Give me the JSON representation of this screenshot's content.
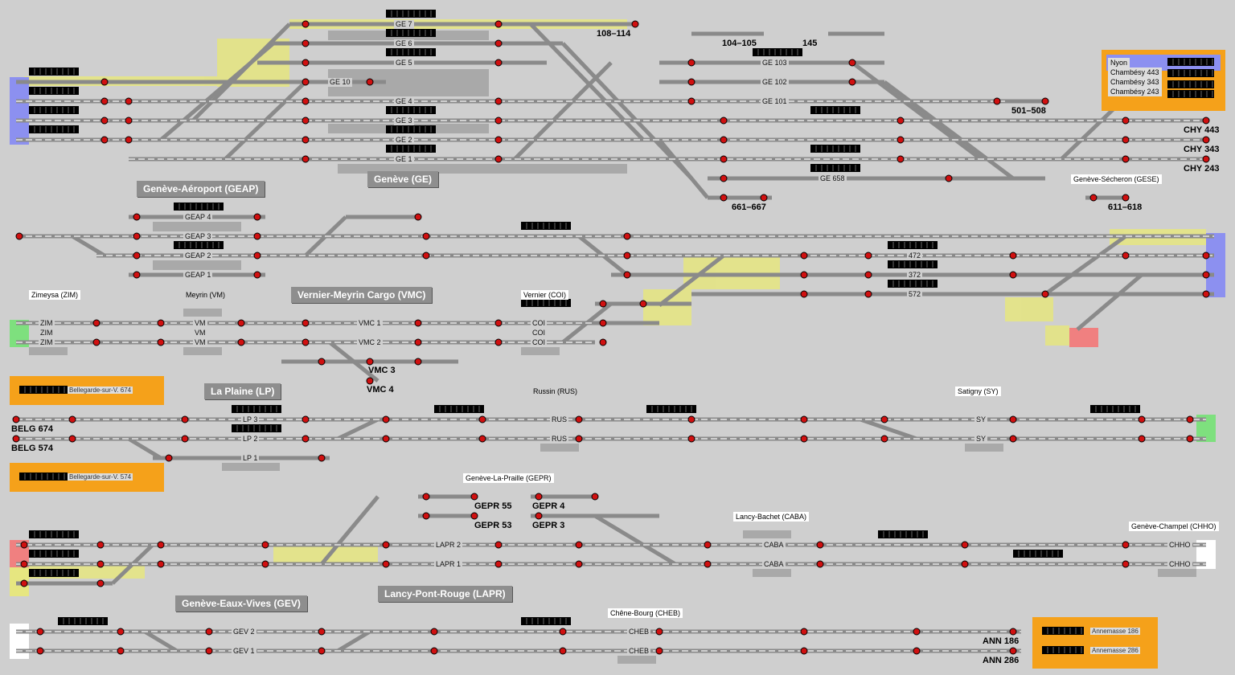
{
  "stations": {
    "geap": "Genève-Aéroport (GEAP)",
    "ge": "Genève (GE)",
    "gese": "Genève-Sécheron (GESE)",
    "vmc": "Vernier-Meyrin Cargo (VMC)",
    "zim": "Zimeysa (ZIM)",
    "vm": "Meyrin (VM)",
    "coi": "Vernier (COI)",
    "lp": "La Plaine (LP)",
    "rus": "Russin (RUS)",
    "sy": "Satigny (SY)",
    "gepr": "Genève-La-Praille (GEPR)",
    "caba": "Lancy-Bachet (CABA)",
    "chho": "Genève-Champel (CHHO)",
    "gev": "Genève-Eaux-Vives (GEV)",
    "lapr": "Lancy-Pont-Rouge (LAPR)",
    "cheb": "Chêne-Bourg (CHEB)"
  },
  "ge_tracks": [
    "GE 7",
    "GE 6",
    "GE 5",
    "GE 10",
    "GE 4",
    "GE 3",
    "GE 2",
    "GE 1"
  ],
  "ge_east_tracks": [
    "GE 103",
    "GE 102",
    "GE 101",
    "GE 658"
  ],
  "geap_tracks": [
    "GEAP 4",
    "GEAP 3",
    "GEAP 2",
    "GEAP 1"
  ],
  "vmc_tracks": [
    "VMC 1",
    "VMC 2"
  ],
  "vmc_exits": [
    "VMC 3",
    "VMC 4"
  ],
  "zim_tracks": [
    "ZIM",
    "ZIM",
    "ZIM"
  ],
  "vm_tracks": [
    "VM",
    "VM",
    "VM"
  ],
  "coi_tracks": [
    "COI",
    "COI",
    "COI"
  ],
  "lp_tracks": [
    "LP 3",
    "LP 2",
    "LP 1"
  ],
  "belg": [
    "BELG 674",
    "BELG 574"
  ],
  "bellegarde": [
    "Bellegarde-sur-V. 674",
    "Bellegarde-sur-V. 574"
  ],
  "rus_tracks": [
    "RUS",
    "RUS"
  ],
  "sy_tracks": [
    "SY",
    "SY"
  ],
  "gepr_exits": [
    "GEPR 55",
    "GEPR 53",
    "GEPR 4",
    "GEPR 3"
  ],
  "lapr_tracks": [
    "LAPR 2",
    "LAPR 1"
  ],
  "caba_tracks": [
    "CABA",
    "CABA"
  ],
  "chho_tracks": [
    "CHHO",
    "CHHO"
  ],
  "gev_tracks": [
    "GEV 2",
    "GEV 1"
  ],
  "cheb_tracks": [
    "CHEB",
    "CHEB"
  ],
  "ann": [
    "ANN 186",
    "ANN 286"
  ],
  "annemasse": [
    "Annemasse 186",
    "Annemasse 286"
  ],
  "chy": [
    "CHY 443",
    "CHY 343",
    "CHY 243"
  ],
  "chambesy": [
    "Nyon",
    "Chambésy 443",
    "Chambésy 343",
    "Chambésy 243"
  ],
  "routes": {
    "r1": "108–114",
    "r2": "104–105",
    "r3": "145",
    "r4": "501–508",
    "r5": "661–667",
    "r6": "611–618"
  },
  "mid_tracks": [
    "472",
    "372",
    "572"
  ],
  "colors": {
    "background": "#cfcfcf",
    "track": "#8a8a8a",
    "signal": "#d01010",
    "highlight": "#e6e680",
    "external": "#f5a11a",
    "exit_blue": "#8c90f0",
    "exit_green": "#7ee07e",
    "exit_red": "#f08080"
  }
}
